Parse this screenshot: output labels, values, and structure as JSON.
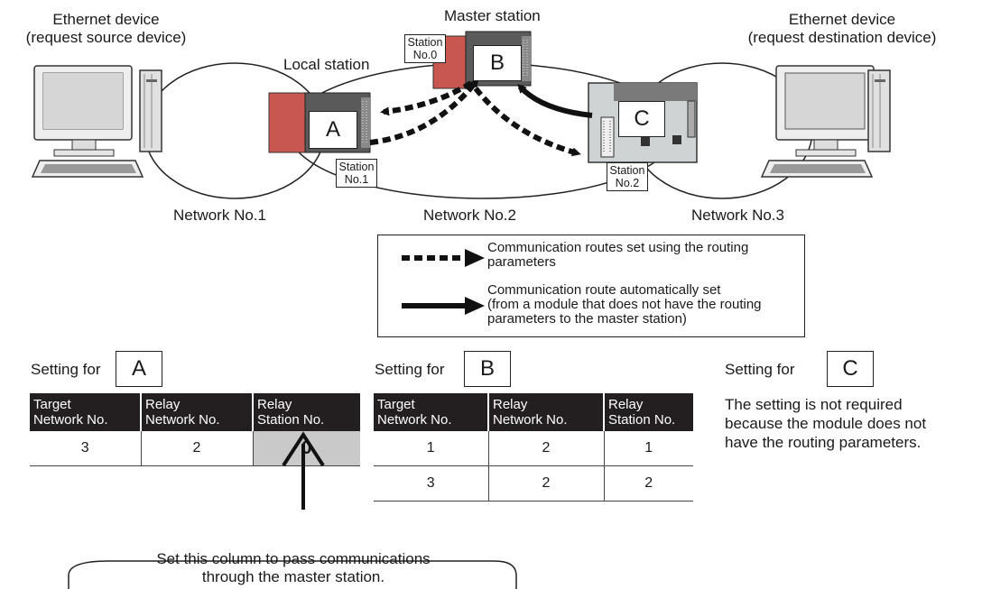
{
  "labels": {
    "left_device": [
      "Ethernet device",
      "(request source device)"
    ],
    "right_device": [
      "Ethernet device",
      "(request destination device)"
    ],
    "master_station": "Master station",
    "local_station": "Local station",
    "network1": "Network No.1",
    "network2": "Network No.2",
    "network3": "Network No.3"
  },
  "stations": {
    "a": {
      "letter": "A",
      "label": [
        "Station",
        "No.1"
      ]
    },
    "b": {
      "letter": "B",
      "label": [
        "Station",
        "No.0"
      ]
    },
    "c": {
      "letter": "C",
      "label": [
        "Station",
        "No.2"
      ]
    }
  },
  "legend": {
    "dotted": [
      "Communication routes set using the routing",
      "parameters"
    ],
    "solid": [
      "Communication route automatically set",
      "(from a module that does not have the routing",
      "parameters to the master station)"
    ]
  },
  "setting_a": {
    "label": "Setting for",
    "letter": "A",
    "headers": [
      [
        "Target",
        "Network No."
      ],
      [
        "Relay",
        "Network No."
      ],
      [
        "Relay",
        "Station No."
      ]
    ],
    "rows": [
      [
        "3",
        "2",
        "0"
      ]
    ]
  },
  "setting_b": {
    "label": "Setting for",
    "letter": "B",
    "headers": [
      [
        "Target",
        "Network No."
      ],
      [
        "Relay",
        "Network No."
      ],
      [
        "Relay",
        "Station No."
      ]
    ],
    "rows": [
      [
        "1",
        "2",
        "1"
      ],
      [
        "3",
        "2",
        "2"
      ]
    ]
  },
  "setting_c": {
    "label": "Setting for",
    "letter": "C",
    "note": [
      "The setting is not required",
      "because the module does not",
      "have the routing parameters."
    ]
  },
  "callout": [
    "Set this column to pass communications",
    "through the master station."
  ],
  "colors": {
    "plc_red": "#c8574f",
    "header_bg": "#231f20",
    "highlight_cell": "#c9c9c9"
  }
}
